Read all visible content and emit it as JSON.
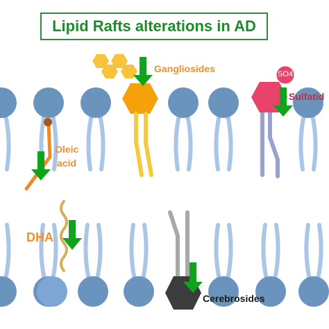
{
  "title": "Lipid Rafts alterations in AD",
  "labels": {
    "gangliosides": "Gangliosides",
    "so4": "SO4",
    "sulfatide": "Sulfatid",
    "oleic": "Oleic",
    "acid": "acid",
    "dha": "DHA",
    "cerebrosides": "Cerebrosides"
  },
  "colors": {
    "title_border": "#2e8b3a",
    "title_text": "#1f8a2c",
    "phospholipid_head": "#6a94be",
    "phospholipid_tail": "#a9c6e6",
    "ganglioside": "#f5a20a",
    "sulfatide": "#e8436b",
    "oleic": "#f08a26",
    "dha": "#d4b05a",
    "cerebroside": "#3c3c3c",
    "decrease_arrow": "#12a31c",
    "label_orange": "#f0902a",
    "label_red": "#c0304a",
    "label_dark": "#1a1a1a"
  },
  "icons": [
    "decrease-arrow-icon"
  ]
}
